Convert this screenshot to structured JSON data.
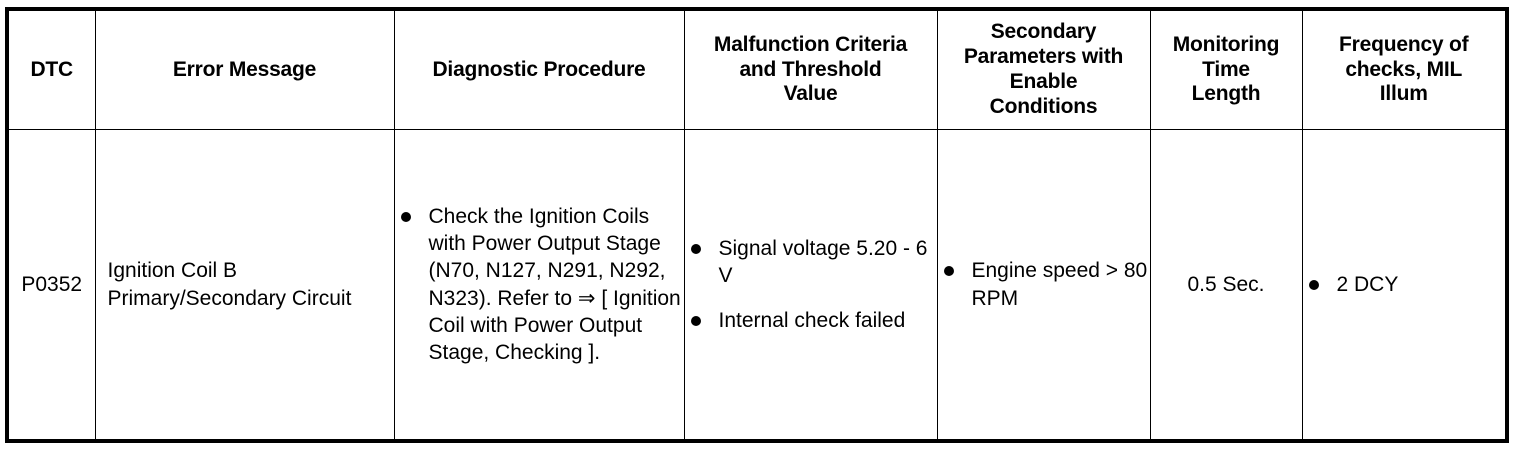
{
  "table": {
    "headers": [
      {
        "name": "dtc",
        "lines": [
          "DTC"
        ]
      },
      {
        "name": "error",
        "lines": [
          "Error Message"
        ]
      },
      {
        "name": "procedure",
        "lines": [
          "Diagnostic Procedure"
        ]
      },
      {
        "name": "malfunction",
        "lines": [
          "Malfunction Criteria",
          "and Threshold",
          "Value"
        ]
      },
      {
        "name": "secondary",
        "lines": [
          "Secondary",
          "Parameters with",
          "Enable",
          "Conditions"
        ]
      },
      {
        "name": "monitoring",
        "lines": [
          "Monitoring",
          "Time",
          "Length"
        ]
      },
      {
        "name": "frequency",
        "lines": [
          "Frequency of",
          "checks, MIL",
          "Illum"
        ]
      }
    ],
    "rows": [
      {
        "dtc": "P0352",
        "error_message": "Ignition Coil B Primary/Secondary Circuit",
        "diagnostic_procedure": [
          "Check the Ignition Coils with Power Output Stage (N70, N127, N291, N292, N323). Refer to ⇒ [ Ignition Coil with Power Output Stage, Checking ]."
        ],
        "malfunction_criteria": [
          "Signal voltage 5.20 - 6 V",
          "Internal check failed"
        ],
        "secondary_parameters": [
          "Engine speed > 80 RPM"
        ],
        "monitoring_time_length": "0.5 Sec.",
        "frequency_of_checks": [
          "2 DCY"
        ]
      }
    ]
  },
  "colors": {
    "border": "#000000",
    "text": "#000000",
    "background": "#ffffff"
  }
}
